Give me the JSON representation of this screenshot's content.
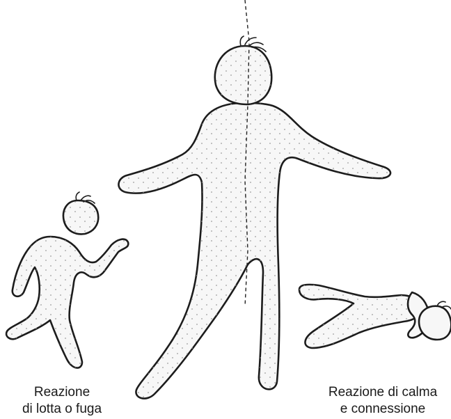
{
  "captions": {
    "left": [
      "Reazione",
      "di lotta o fuga"
    ],
    "right": [
      "Reazione di calma",
      "e connessione"
    ]
  },
  "colors": {
    "outline": "#1c1c1c",
    "fill": "#f7f7f7",
    "stipple": "#9a9a9a"
  }
}
